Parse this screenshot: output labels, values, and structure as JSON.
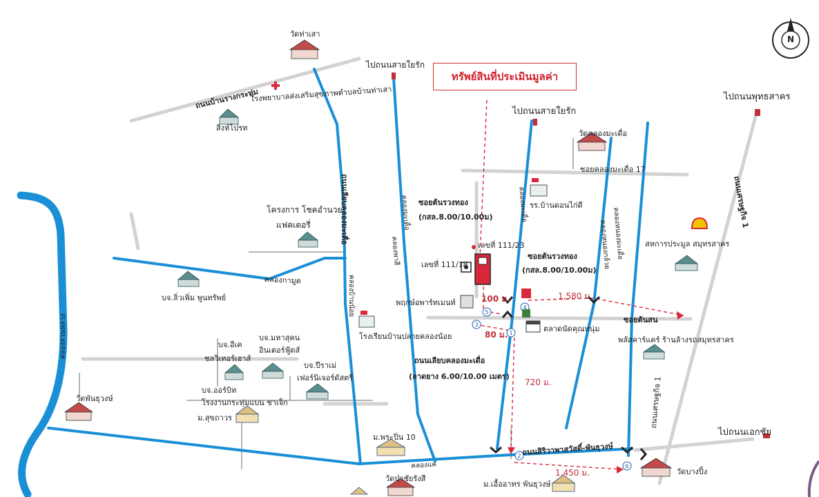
{
  "map": {
    "subject_title": "ทรัพย์สินที่ประเมินมูลค่า",
    "compass_letter": "N",
    "colors": {
      "canal": "#1a8fd6",
      "road": "#cfcfcf",
      "route": "#d8283a",
      "subject": "#d8283a",
      "building": "#3a7f80"
    },
    "labels": {
      "wat_tha_sao": "วัดท่าเสา",
      "thanon_ban_rang_krathum": "ถนนบ้านรางกระทุ่ม",
      "hospital": "โรงพยาบาลส่งเสริมสุขภาพตำบลบ้านท่าเสา",
      "singh_pro": "สิงห์โปรท",
      "to_sai_rak_1": "ไปถนนสายใยรัก",
      "to_sai_rak_2": "ไปถนนสายใยรัก",
      "to_phutthasakhon": "ไปถนนพุทธสาคร",
      "wat_khlong_ma_duea": "วัดคลองมะเดื่อ",
      "soi_khlong_ma_duea_17": "ซอยคลองมะเดื่อ 17",
      "school_ban_don_kai_di": "รร.บ้านดอนไก่ดี",
      "soi_ton_rang_thong_1": "ซอยต้นรวงทอง",
      "soi_ton_rang_thong_1_width": "(กสล.8.00/10.00ม)",
      "soi_ton_rang_thong_2": "ซอยต้นรวงทอง",
      "soi_ton_rang_thong_2_width": "(กสล.8.00/10.00ม)",
      "project_chok_amnuay": "โครงการ โชคอำนวย",
      "factory": "แฟคเตอรี่",
      "lek_thi_111_23": "เลขที่ 111/23",
      "lek_thi_111_18": "เลขที่ 111/18",
      "apartment": "พฤกษ์อพาร์ทเมนท์",
      "khlong_kamut": "คลองกามูด",
      "co_liw_phoem": "บจ.ลิ่วเพิ่ม พูนทรัพย์",
      "school_ban_plai_khlong_noi": "โรงเรียนบ้านปลายคลองน้อย",
      "market": "ตลาดนัดคุณหนุ่ม",
      "soi_ton_son": "ซอยต้นสน",
      "shell_coop": "สหการประมูล สมุทรสาคร",
      "plus_car_care": "พลัสคาร์แคร์ ร้านล้างรถสมุทรสาคร",
      "thanon_liap_khlong_ma_duea": "ถนนเลียบคลองมะเดื่อ",
      "thanon_liap_khlong_ma_duea_width": "(ลาดยาง 6.00/10.00 เมตร)",
      "co_ek": "บจ.อีเค",
      "showhouse": "ชลวิเทอร์เฮาส์",
      "co_maha_sukhon": "บจ.มหาสุคน",
      "inter_foods": "อินเตอร์ฟู้ดส์",
      "co_pramai": "บจ.ปีราเม่",
      "furniture": "เฟอร์นิเจอร์ดัสตรี",
      "co_orabit": "บจ.ออร์บิท",
      "krathum_ban_factory": "โรงงานกระทุ่มแบน ชาเจ็ก",
      "wat_phan_thuwong": "วัดพันธุวงษ์",
      "m_suchawan": "ม.สุขถาวร",
      "m_phra_pin_10": "ม.พระปิ่น 10",
      "to_ekkachai": "ไปถนนเอกชัย",
      "thanon_siwaphat": "ถนนสิริวาพาสวัสดิ์-พันธุวงษ์",
      "wat_bang_ping": "วัดบางปิ้ง",
      "wat_pa_chai_rangsi": "วัดป่าชัยรังสี",
      "m_uea_athon": "ม.เอื้ออาทร พันธุวงษ์",
      "khlong_suan_luang": "คลองสวนหลวง",
      "thanon_sethakit_1_a": "ถนนเศรษฐกิจ 1",
      "thanon_sethakit_1_b": "ถนนเศรษฐกิจ 1",
      "khlong_nong_ma_duea": "คลองหนองมะเดื่อ",
      "khlong_nong_kluai": "คลองหนองกล้วย",
      "thanon_liap_khlong_ma_duea_v": "ถนนเลียบคลองมะเดื่อ",
      "khlong_ma_duea_v": "คลองมะเดื่อ",
      "khlong_phasi": "คลองพาสี",
      "khlong_ma_duea_v2": "คลองมะเดื่อ",
      "khlong_khae": "คลองแค",
      "khlong_bang_noi": "คลองบ้านน้อย"
    },
    "distances": {
      "d100": "100 ม.",
      "d80": "80 ม.",
      "d720": "720 ม.",
      "d1580": "1,580 ม.",
      "d1450": "1,450 ม."
    },
    "route_markers": [
      "1",
      "2",
      "3",
      "4",
      "5",
      "6"
    ]
  }
}
